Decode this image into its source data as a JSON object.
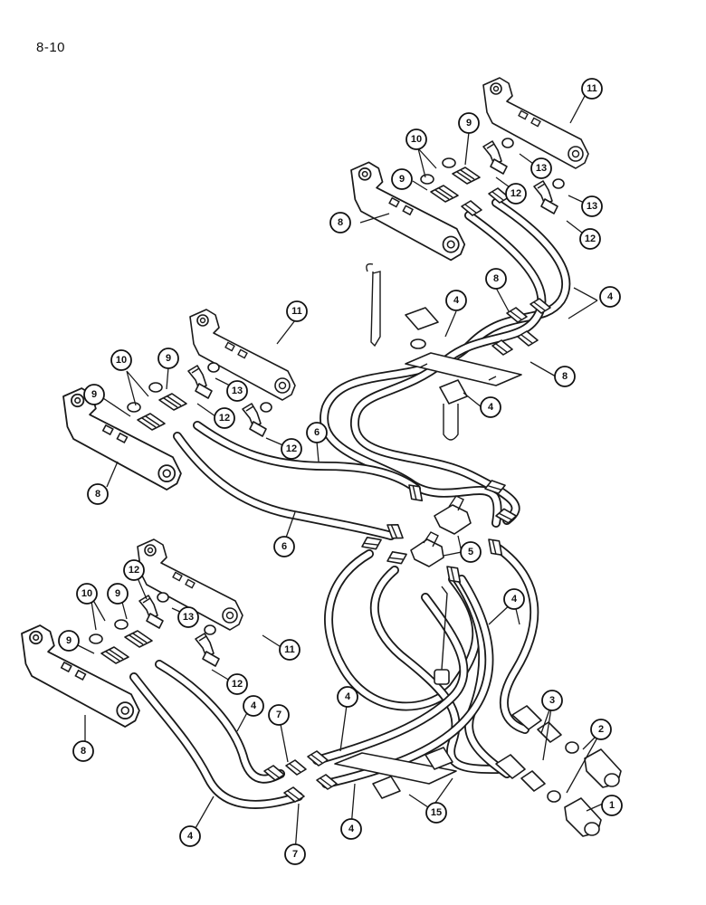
{
  "page": {
    "number": "8-10"
  },
  "callouts": [
    {
      "id": "c11a",
      "label": "11"
    },
    {
      "id": "c10a",
      "label": "10"
    },
    {
      "id": "c9a",
      "label": "9"
    },
    {
      "id": "c9b",
      "label": "9"
    },
    {
      "id": "c13a",
      "label": "13"
    },
    {
      "id": "c12a",
      "label": "12"
    },
    {
      "id": "c13b",
      "label": "13"
    },
    {
      "id": "c8a",
      "label": "8"
    },
    {
      "id": "c12b",
      "label": "12"
    },
    {
      "id": "c4a",
      "label": "4"
    },
    {
      "id": "c8b",
      "label": "8"
    },
    {
      "id": "c4b",
      "label": "4"
    },
    {
      "id": "c8c",
      "label": "8"
    },
    {
      "id": "c4c",
      "label": "4"
    },
    {
      "id": "c11b",
      "label": "11"
    },
    {
      "id": "c10b",
      "label": "10"
    },
    {
      "id": "c9c",
      "label": "9"
    },
    {
      "id": "c9d",
      "label": "9"
    },
    {
      "id": "c13c",
      "label": "13"
    },
    {
      "id": "c12c",
      "label": "12"
    },
    {
      "id": "c12d",
      "label": "12"
    },
    {
      "id": "c6a",
      "label": "6"
    },
    {
      "id": "c8d",
      "label": "8"
    },
    {
      "id": "c6b",
      "label": "6"
    },
    {
      "id": "c5",
      "label": "5"
    },
    {
      "id": "c12e",
      "label": "12"
    },
    {
      "id": "c10c",
      "label": "10"
    },
    {
      "id": "c9e",
      "label": "9"
    },
    {
      "id": "c13d",
      "label": "13"
    },
    {
      "id": "c9f",
      "label": "9"
    },
    {
      "id": "c11c",
      "label": "11"
    },
    {
      "id": "c12f",
      "label": "12"
    },
    {
      "id": "c4d",
      "label": "4"
    },
    {
      "id": "c8e",
      "label": "8"
    },
    {
      "id": "c4e",
      "label": "4"
    },
    {
      "id": "c7a",
      "label": "7"
    },
    {
      "id": "c4f",
      "label": "4"
    },
    {
      "id": "c3",
      "label": "3"
    },
    {
      "id": "c2",
      "label": "2"
    },
    {
      "id": "c1",
      "label": "1"
    },
    {
      "id": "c4g",
      "label": "4"
    },
    {
      "id": "c4h",
      "label": "4"
    },
    {
      "id": "c15",
      "label": "15"
    },
    {
      "id": "c7b",
      "label": "7"
    }
  ]
}
